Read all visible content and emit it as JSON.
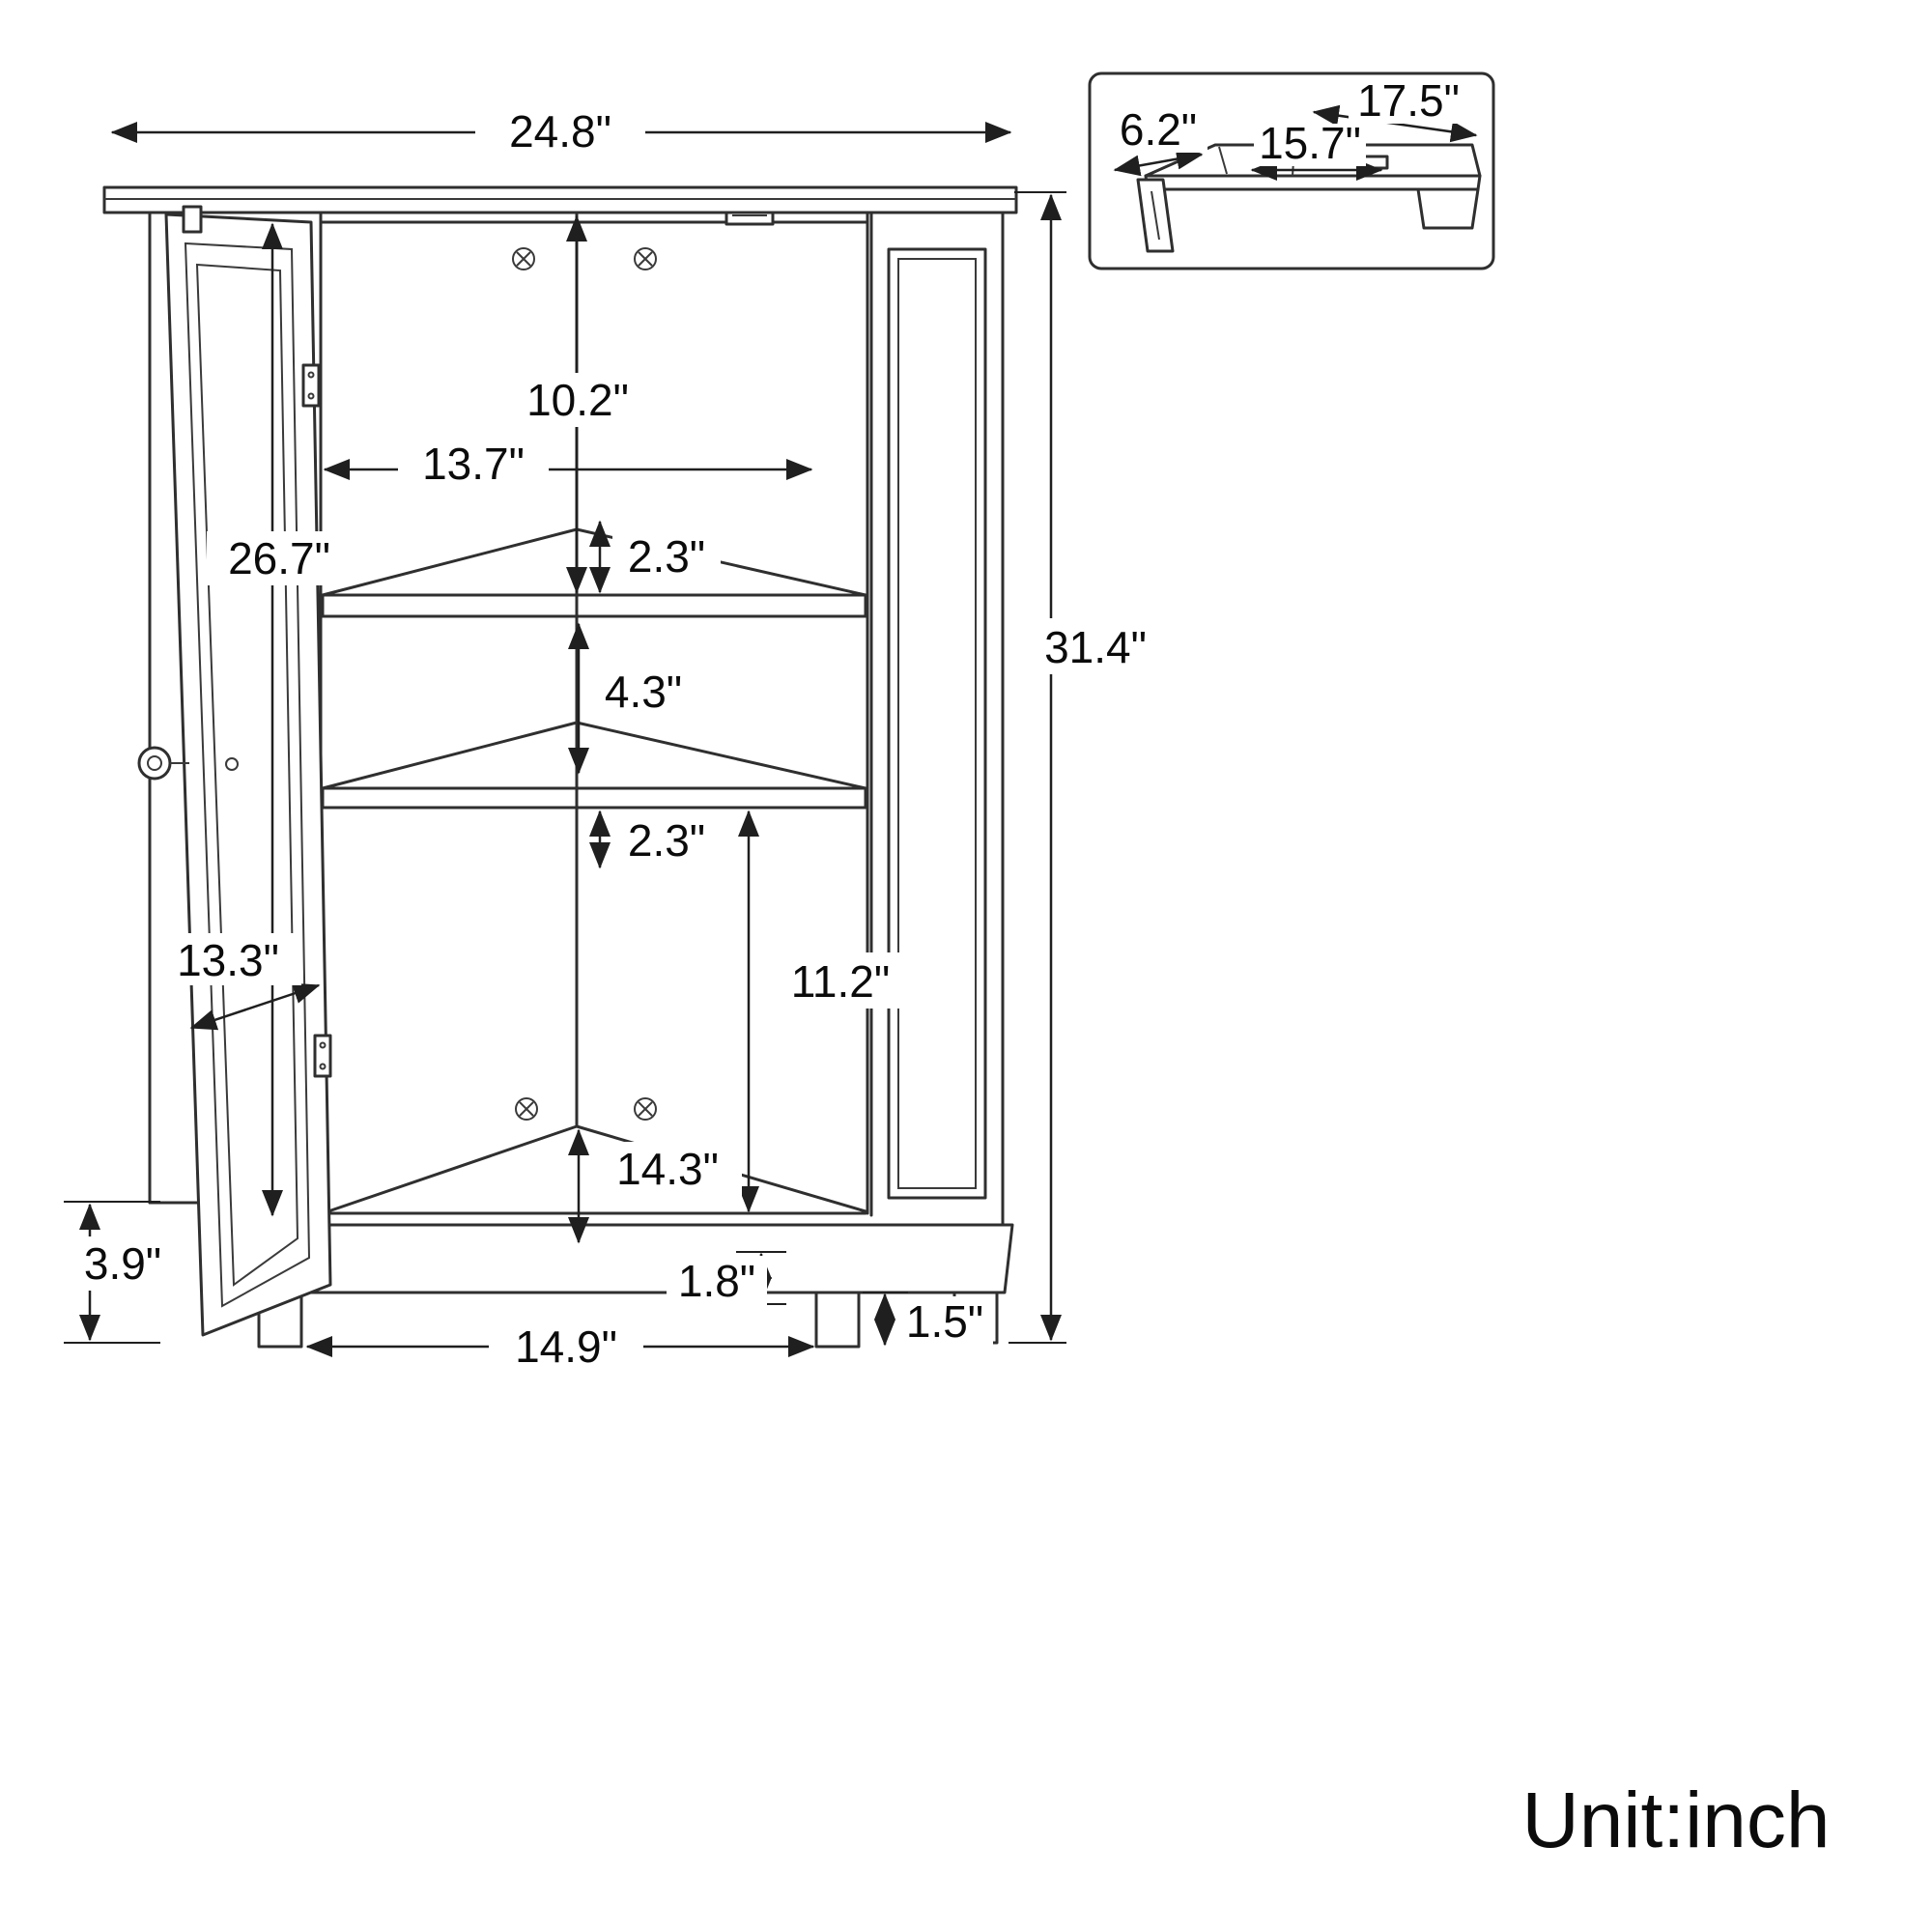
{
  "unit_label": "Unit:inch",
  "diagram": {
    "main_view": {
      "overall_width": "24.8\"",
      "overall_height": "31.4\"",
      "top_section_height": "10.2\"",
      "interior_width": "13.7\"",
      "door_height": "26.7\"",
      "upper_shelf_clearance": "2.3\"",
      "middle_section_height": "4.3\"",
      "lower_shelf_clearance": "2.3\"",
      "lower_section_height": "11.2\"",
      "door_width": "13.3\"",
      "bottom_section_height": "14.3\"",
      "base_height": "3.9\"",
      "plinth_height": "1.8\"",
      "leg_height": "1.5\"",
      "base_width": "14.9\""
    },
    "top_view": {
      "side_depth": "6.2\"",
      "diagonal_width": "17.5\"",
      "front_width": "15.7\""
    }
  }
}
